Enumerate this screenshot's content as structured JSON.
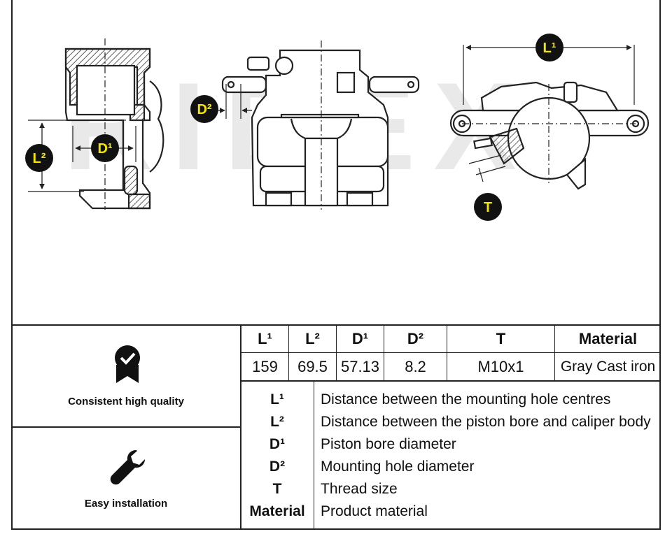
{
  "brand_watermark": "RIDEX",
  "callouts": {
    "l1": "L¹",
    "l2": "L²",
    "d1": "D¹",
    "d2": "D²",
    "t": "T"
  },
  "specs": {
    "headers": [
      "L¹",
      "L²",
      "D¹",
      "D²",
      "T",
      "Material"
    ],
    "values": [
      "159",
      "69.5",
      "57.13",
      "8.2",
      "M10x1",
      "Gray Cast iron"
    ]
  },
  "legend": [
    {
      "symbol": "L¹",
      "description": "Distance between the mounting hole centres"
    },
    {
      "symbol": "L²",
      "description": "Distance between the piston bore and caliper body"
    },
    {
      "symbol": "D¹",
      "description": "Piston bore diameter"
    },
    {
      "symbol": "D²",
      "description": "Mounting hole diameter"
    },
    {
      "symbol": "T",
      "description": "Thread size"
    },
    {
      "symbol": "Material",
      "description": "Product material"
    }
  ],
  "features": [
    {
      "label": "Consistent high quality",
      "icon": "quality-badge-icon"
    },
    {
      "label": "Easy installation",
      "icon": "wrench-icon"
    }
  ],
  "colors": {
    "callout_bg": "#111111",
    "callout_text": "#f2e600",
    "line": "#222222",
    "watermark": "#e6e6e6"
  }
}
